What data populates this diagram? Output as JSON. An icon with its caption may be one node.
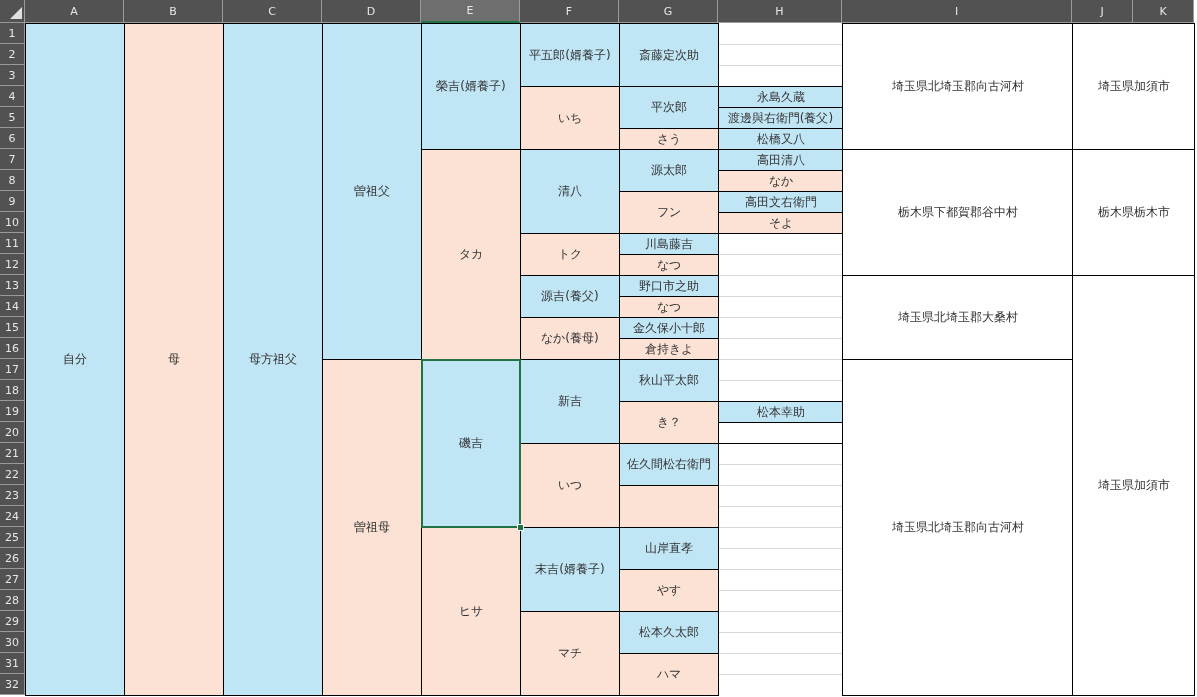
{
  "diagram": {
    "labels": [
      "A",
      "B",
      "C",
      "D",
      "E",
      "F",
      "G",
      "H",
      "I",
      "J",
      "K",
      "1",
      "自分",
      "母",
      "母方祖父",
      "曽祖父",
      "榮吉(婿養子)",
      "平五郎(婿養子)",
      "斎藤定次助",
      "埼玉県北埼玉郡向古河村",
      "埼玉県加須市",
      "2",
      "3",
      "4",
      "いち",
      "平次郎",
      "永島久蔵",
      "5",
      "渡邊與右衛門(養父)",
      "6",
      "さう",
      "松橋又八",
      "7",
      "タカ",
      "清八",
      "源太郎",
      "高田清八",
      "栃木県下都賀郡谷中村",
      "栃木県栃木市",
      "8",
      "なか",
      "9",
      "フン",
      "高田文右衛門",
      "10",
      "そよ",
      "11",
      "トク",
      "川島藤吉",
      "12",
      "なつ",
      "13",
      "源吉(養父)",
      "野口市之助",
      "埼玉県北埼玉郡大桑村",
      "埼玉県加須市",
      "14",
      "なつ",
      "15",
      "なか(養母)",
      "金久保小十郎",
      "16",
      "倉持きよ",
      "17",
      "曽祖母",
      "磯吉",
      "新吉",
      "秋山平太郎",
      "埼玉県北埼玉郡向古河村",
      "18",
      "19",
      "き？",
      "松本幸助",
      "20",
      "21",
      "いつ",
      "佐久間松右衛門",
      "22",
      "23",
      "24",
      "25",
      "ヒサ",
      "末吉(婿養子)",
      "山岸直孝",
      "26",
      "27",
      "やす",
      "28",
      "29",
      "マチ",
      "松本久太郎",
      "30",
      "31",
      "ハマ",
      "32"
    ]
  }
}
